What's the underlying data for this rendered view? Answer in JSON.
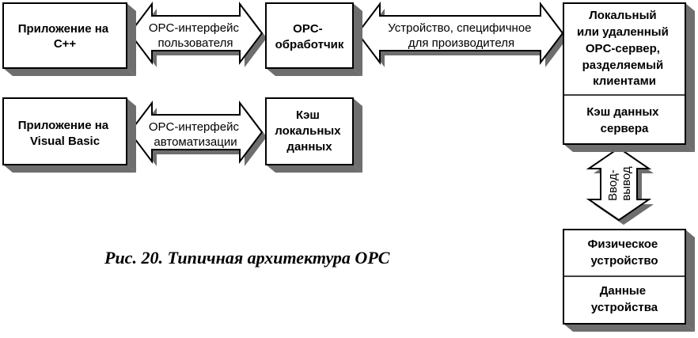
{
  "colors": {
    "ink": "#000000",
    "paper": "#ffffff",
    "shadow": "#6e6e6e"
  },
  "boxes": {
    "cpp_app": [
      "Приложение на",
      "C++"
    ],
    "vb_app": [
      "Приложение на",
      "Visual Basic"
    ],
    "opc_handler": [
      "OPC-",
      "обработчик"
    ],
    "local_cache": [
      "Кэш",
      "локальных",
      "данных"
    ],
    "opc_server": [
      "Локальный",
      "или удаленный",
      "OPC-сервер,",
      "разделяемый",
      "клиентами"
    ],
    "server_cache": [
      "Кэш данных",
      "сервера"
    ],
    "physical_device": [
      "Физическое",
      "устройство"
    ],
    "device_data": [
      "Данные",
      "устройства"
    ]
  },
  "arrows": {
    "user_interface": [
      "OPC-интерфейс",
      "пользователя"
    ],
    "automation_interface": [
      "OPC-интерфейс",
      "автоматизации"
    ],
    "vendor_specific": [
      "Устройство, специфичное",
      "для производителя"
    ],
    "io": [
      "Ввод-",
      "вывод"
    ]
  },
  "caption": "Рис. 20. Типичная архитектура OPC"
}
